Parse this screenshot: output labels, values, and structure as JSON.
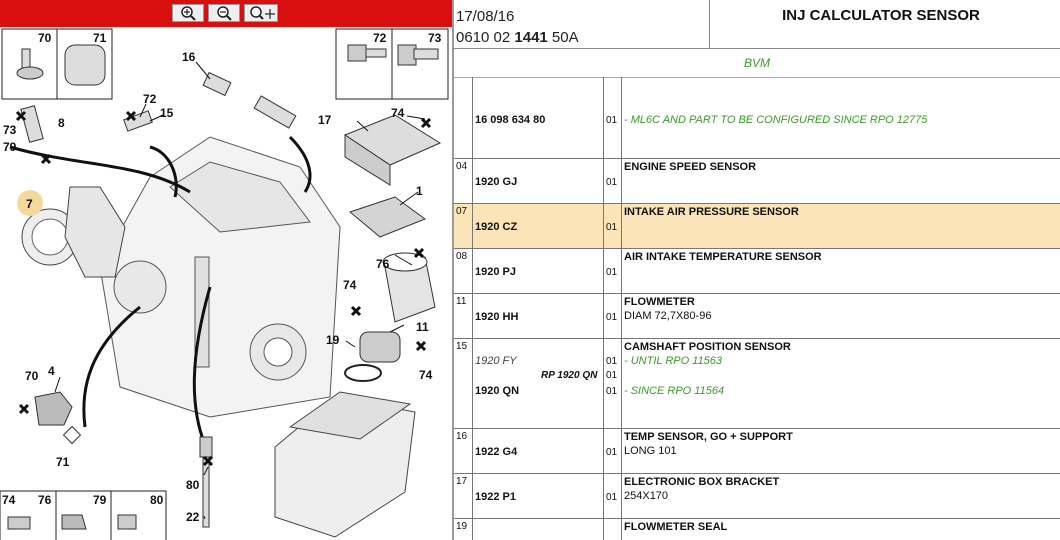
{
  "viewer": {
    "toolbar": {
      "zoom_in": "zoom-in-icon",
      "zoom_out": "zoom-out-icon",
      "zoom_fit": "zoom-pan-icon"
    },
    "callouts": [
      "70",
      "71",
      "72",
      "73",
      "16",
      "72",
      "15",
      "73",
      "8",
      "79",
      "7",
      "74",
      "17",
      "1",
      "76",
      "74",
      "11",
      "19",
      "74",
      "70",
      "4",
      "71",
      "80",
      "22",
      "74",
      "76",
      "79",
      "80"
    ],
    "highlight_color": "#f5d99a"
  },
  "header": {
    "date": "17/08/16",
    "code_prefix": "0610 02 ",
    "code_bold": "1441",
    "code_suffix": " 50A",
    "title": "INJ CALCULATOR SENSOR"
  },
  "section": "BVM",
  "rows": [
    {
      "ref": "16 098 634 80",
      "qty": "01",
      "desc": "- ML6C AND PART TO BE CONFIGURED SINCE RPO 12775"
    },
    {
      "num": "04",
      "ref": "1920 GJ",
      "qty": "01",
      "name": "ENGINE SPEED SENSOR"
    },
    {
      "num": "07",
      "ref": "1920 CZ",
      "qty": "01",
      "name": "INTAKE AIR PRESSURE SENSOR"
    },
    {
      "num": "08",
      "ref": "1920 PJ",
      "qty": "01",
      "name": "AIR INTAKE TEMPERATURE SENSOR"
    },
    {
      "num": "11",
      "ref": "1920 HH",
      "qty": "01",
      "name": "FLOWMETER",
      "desc": "DIAM 72,7X80-96"
    },
    {
      "num": "15",
      "ref_old": "1920 FY",
      "rp": "RP 1920 QN",
      "ref": "1920 QN",
      "qty1": "01",
      "qty2": "01",
      "qty3": "01",
      "name": "CAMSHAFT POSITION SENSOR",
      "desc1": "- UNTIL RPO 11563",
      "desc2": "- SINCE RPO 11564"
    },
    {
      "num": "16",
      "ref": "1922 G4",
      "qty": "01",
      "name": "TEMP SENSOR, GO + SUPPORT",
      "desc": "LONG 101"
    },
    {
      "num": "17",
      "ref": "1922 P1",
      "qty": "01",
      "name": "ELECTRONIC BOX BRACKET",
      "desc": "254X170"
    },
    {
      "num": "19",
      "name": "FLOWMETER SEAL"
    }
  ]
}
